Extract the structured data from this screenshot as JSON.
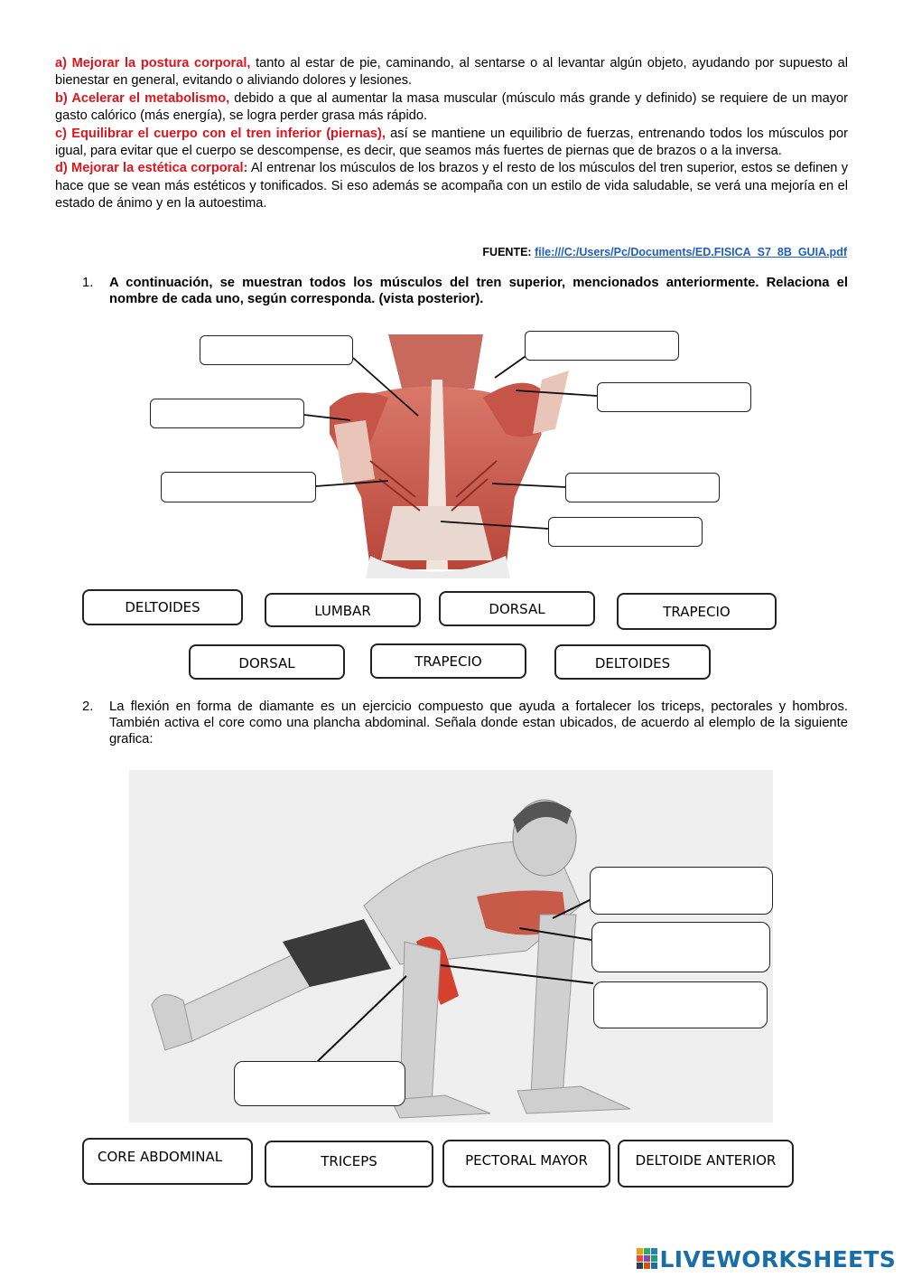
{
  "intro": [
    {
      "lead": "a) Mejorar la postura corporal,",
      "text": " tanto al estar de pie, caminando, al sentarse o al levantar algún objeto, ayudando por supuesto al bienestar en general, evitando o aliviando dolores y lesiones."
    },
    {
      "lead": "b) Acelerar el metabolismo,",
      "text": " debido a que al aumentar la masa muscular (músculo más grande y definido) se requiere de un mayor gasto calórico (más energía), se logra perder grasa más rápido."
    },
    {
      "lead": "c) Equilibrar el cuerpo con el tren inferior (piernas),",
      "text": " así se mantiene un equilibrio de fuerzas, entrenando todos los músculos por igual, para evitar que el cuerpo se descompense, es decir, que seamos más fuertes de piernas que de brazos o a la inversa."
    },
    {
      "lead": "d) Mejorar la estética corporal:",
      "text": " Al entrenar los músculos de los brazos y el resto de los músculos del tren superior, estos se definen y hace que se vean más estéticos y tonificados. Si eso además se acompaña con un estilo de vida saludable, se verá una mejoría en el estado de ánimo y en la autoestima."
    }
  ],
  "source": {
    "label": "FUENTE:",
    "link": "file:///C:/Users/Pc/Documents/ED.FISICA_S7_8B_GUIA.pdf"
  },
  "q1": {
    "number": "1.",
    "text": "A continuación, se muestran todos los músculos del tren superior, mencionados anteriormente. Relaciona el nombre de cada uno, según corresponda. (vista posterior)."
  },
  "q1_words": [
    "DELTOIDES",
    "LUMBAR",
    "DORSAL",
    "TRAPECIO",
    "DORSAL",
    "TRAPECIO",
    "DELTOIDES"
  ],
  "q2": {
    "number": "2.",
    "text": "La flexión en forma de diamante es un ejercicio compuesto que ayuda a fortalecer los triceps, pectorales y hombros. También activa el core como una plancha abdominal. Señala donde estan ubicados, de acuerdo al elemplo de la siguiente grafica:"
  },
  "q2_words": [
    "CORE ABDOMINAL",
    "TRICEPS",
    "PECTORAL MAYOR",
    "DELTOIDE ANTERIOR"
  ],
  "brand": "LIVEWORKSHEETS",
  "colors": {
    "heading_red": "#e0151b",
    "link_blue": "#1f5fbf",
    "muscle": "#c0473a",
    "brand": "#1a6ea8"
  }
}
